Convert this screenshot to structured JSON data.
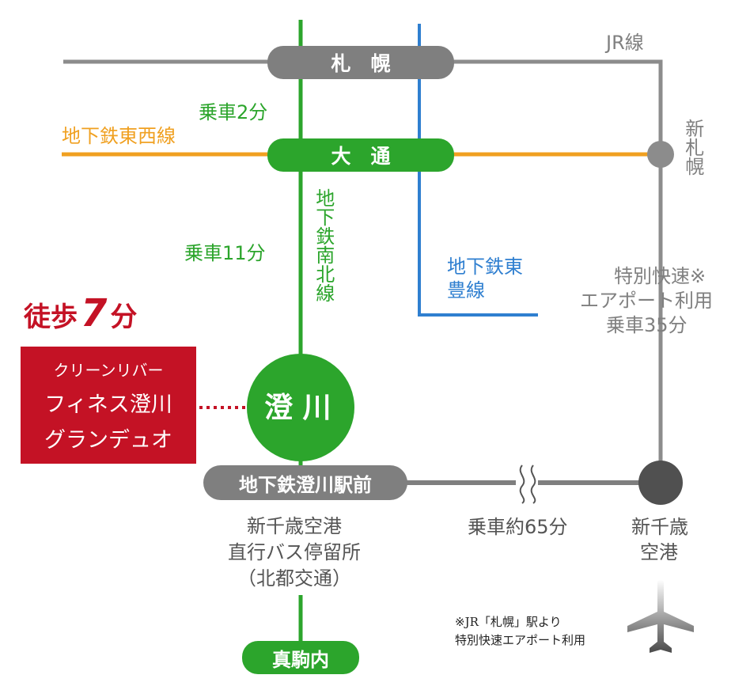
{
  "colors": {
    "jr": "#8c8c8c",
    "nanboku": "#2ca52c",
    "tozai": "#f0a020",
    "toho": "#2f7fd0",
    "property": "#c41225",
    "bus_route": "#7f7f7f"
  },
  "lines": {
    "jr": "JR線",
    "tozai": "地下鉄東西線",
    "nanboku": "地下鉄南北線",
    "toho": "地下鉄東豊線"
  },
  "stations": {
    "sapporo": "札　幌",
    "odori": "大　通",
    "sumikawa": "澄 川",
    "bus_stop": "地下鉄澄川駅前",
    "makomanai": "真駒内",
    "shin_sapporo": "新札幌",
    "new_chitose_line1": "新千歳",
    "new_chitose_line2": "空港"
  },
  "times": {
    "sapporo_odori": "乗車2分",
    "odori_sumikawa": "乗車11分",
    "express_line1": "特別快速※",
    "express_line2": "エアポート利用",
    "express_line3": "乗車35分",
    "bus": "乗車約65分"
  },
  "bus_stop_desc": {
    "line1": "新千歳空港",
    "line2": "直行バス停留所",
    "line3": "（北都交通）"
  },
  "property": {
    "walk_prefix": "徒歩",
    "walk_number": "7",
    "walk_unit": "分",
    "name_line1": "クリーンリバー",
    "name_line2": "フィネス澄川",
    "name_line3": "グランデュオ"
  },
  "note": {
    "line1": "※JR「札幌」駅より",
    "line2": "特別快速エアポート利用"
  },
  "icons": {
    "airport": "airplane-icon",
    "break": "line-break-icon"
  }
}
